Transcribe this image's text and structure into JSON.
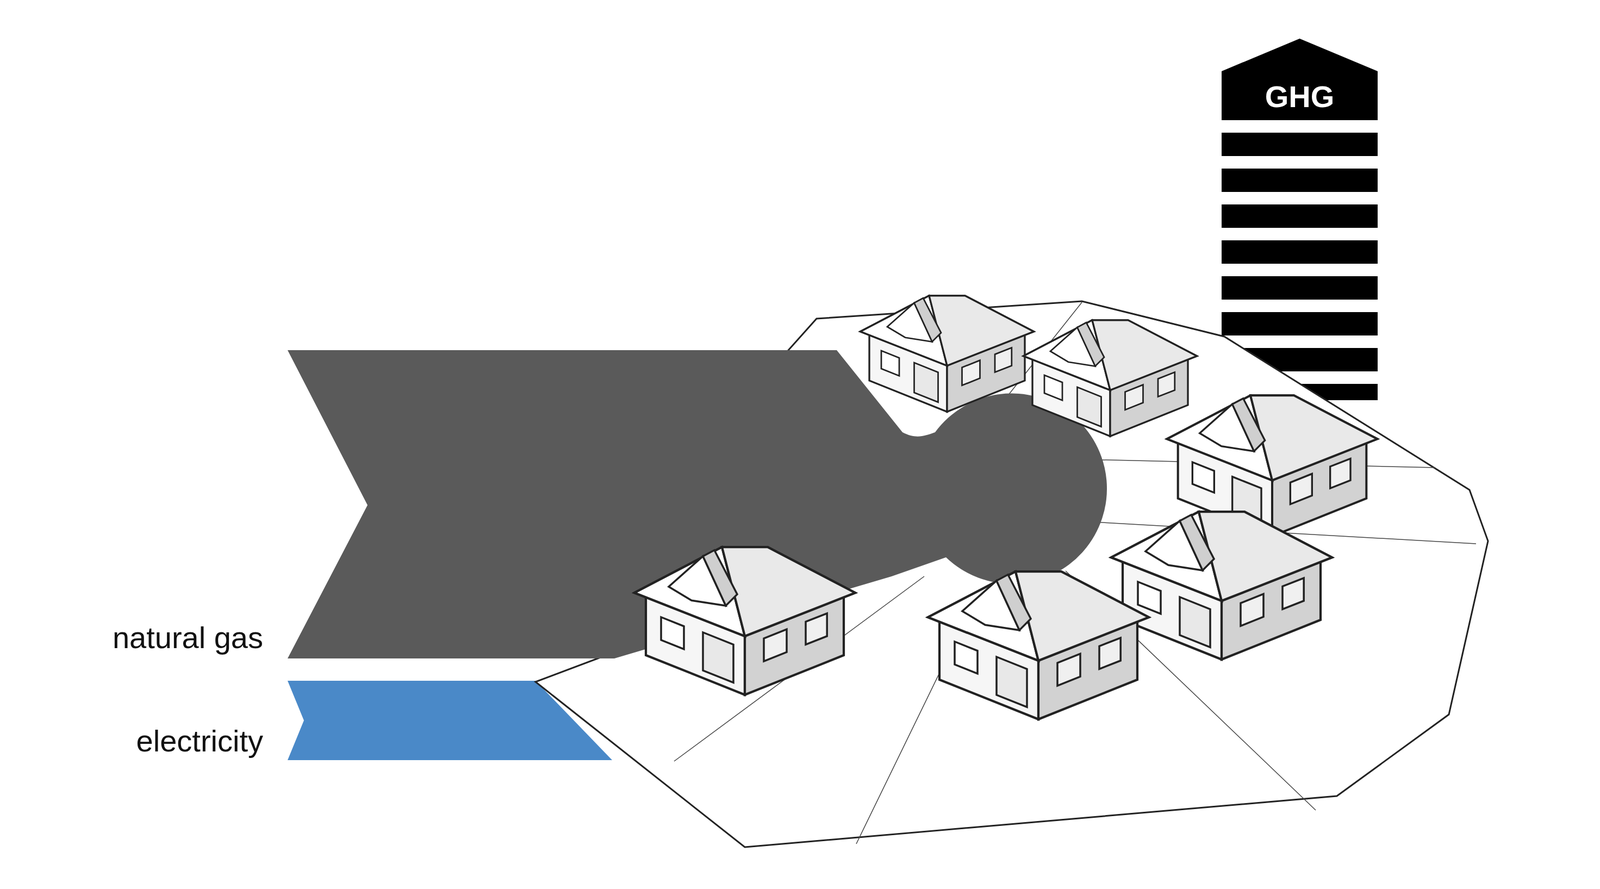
{
  "diagram": {
    "nodes": [
      {
        "text": [
          "GHG"
        ]
      }
    ],
    "labels": [
      "natural gas",
      "electricity"
    ]
  }
}
